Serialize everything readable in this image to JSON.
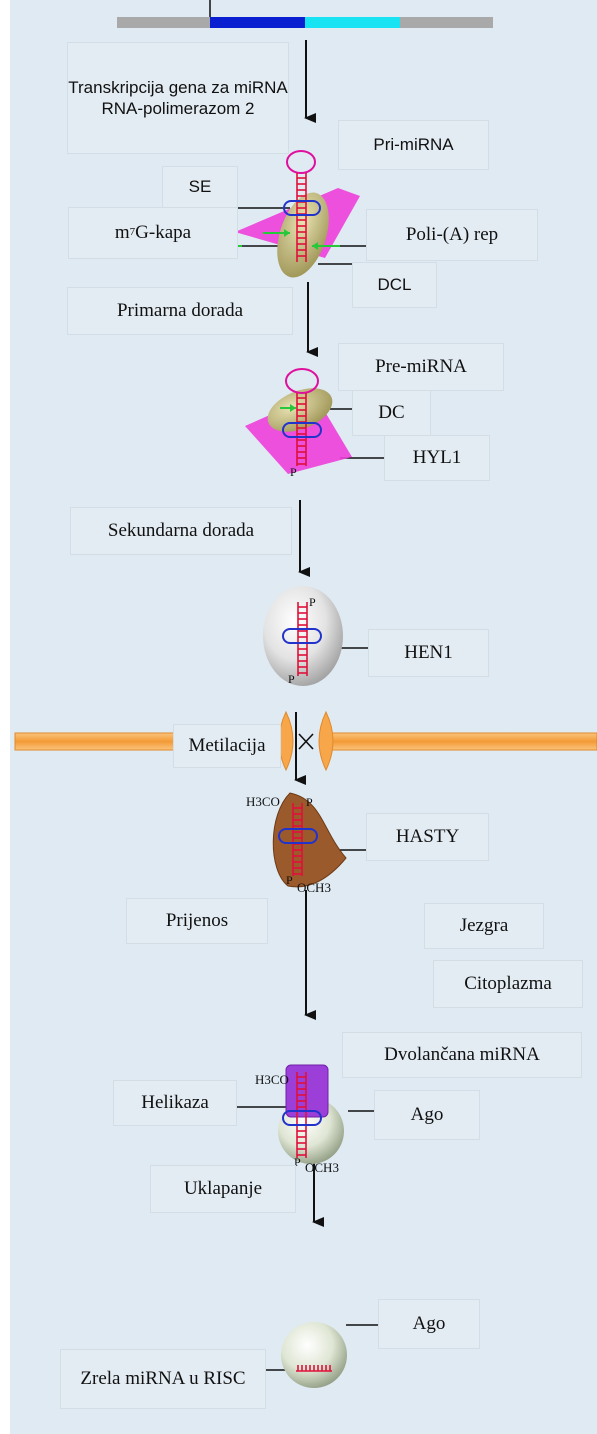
{
  "labels": {
    "transcription": "Transkripcija gena za miRNA RNA-polimerazom 2",
    "pri_mirna": "Pri-miRNA",
    "se": "SE",
    "m7g_cap_prefix": "m",
    "m7g_cap_sup": "7",
    "m7g_cap_suffix": "G-kapa",
    "poly_a_tail": "Poli-(A) rep",
    "dcl": "DCL",
    "primary_processing": "Primarna dorada",
    "pre_mirna": "Pre-miRNA",
    "dc": "DC",
    "hyl1": "HYL1",
    "secondary_processing": "Sekundarna dorada",
    "hen1": "HEN1",
    "methylation": "Metilacija",
    "hasty": "HASTY",
    "transfer": "Prijenos",
    "nucleus": "Jezgra",
    "cytoplasm": "Citoplazma",
    "ds_mirna": "Dvolančana miRNA",
    "helicase": "Helikaza",
    "ago_1": "Ago",
    "incorporation": "Uklapanje",
    "mature_risc": "Zrela miRNA u RISC",
    "ago_2": "Ago"
  },
  "molecule_text": {
    "p": "P",
    "h3co": "H3CO",
    "och3": "OCH3"
  },
  "colors": {
    "panel_bg": "#dfeaf3",
    "label_bg": "#e3ecf3",
    "gene_dark_blue": "#0a1fcf",
    "gene_cyan": "#17e3f2",
    "gene_gray": "#a9a9a9",
    "loop_magenta": "#e0109e",
    "rna_red": "#e0103a",
    "protein_olive": "#c7c07c",
    "hyl1_pink": "#ee3fd9",
    "hasty_brown": "#9a5a2c",
    "membrane_orange": "#f7a64a",
    "helicase_purple": "#9b3fd8",
    "ring_blue": "#2233cc",
    "arrow_green": "#27c93a"
  }
}
